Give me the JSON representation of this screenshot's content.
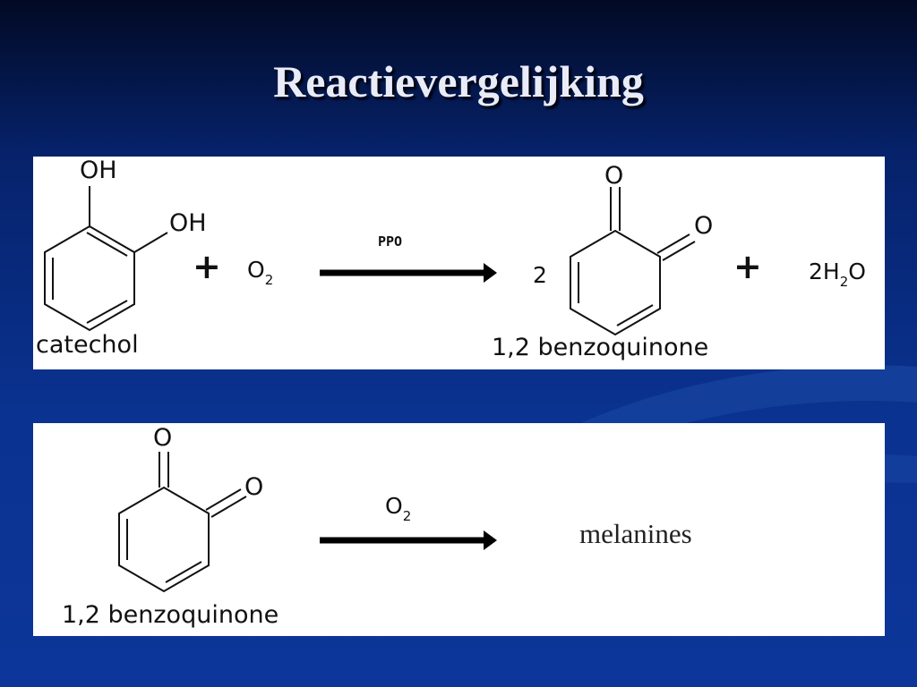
{
  "slide": {
    "title": "Reactievergelijking"
  },
  "reaction1": {
    "reactant_oh1": "OH",
    "reactant_oh2": "OH",
    "reactant_name": "catechol",
    "plus1": "+",
    "oxygen": "O",
    "oxygen_sub": "2",
    "catalyst": "PPO",
    "coefficient": "2",
    "product_o1": "O",
    "product_o2": "O",
    "product_name": "1,2 benzoquinone",
    "plus2": "+",
    "water_pre": "2H",
    "water_sub": "2",
    "water_post": "O"
  },
  "reaction2": {
    "reactant_o1": "O",
    "reactant_o2": "O",
    "reactant_name": "1,2 benzoquinone",
    "reagent": "O",
    "reagent_sub": "2",
    "product": "melanines"
  },
  "colors": {
    "background": "#0a3290",
    "panel": "#ffffff",
    "ink": "#111111",
    "title": "#e9ecf8"
  }
}
